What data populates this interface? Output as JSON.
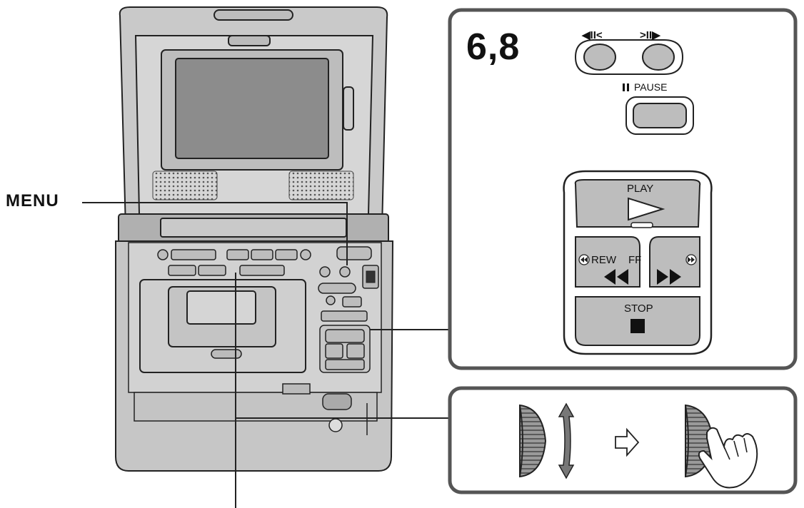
{
  "callouts": {
    "menu": "MENU",
    "step_numbers": "6,8"
  },
  "controls": {
    "frame_back_symbol": "◀II<",
    "frame_forward_symbol": ">II▶",
    "pause_label": "PAUSE",
    "play_label": "PLAY",
    "rew_label": "REW",
    "ff_label": "FF",
    "stop_label": "STOP"
  },
  "colors": {
    "line": "#222222",
    "device_fill": "#c8c8c8",
    "device_dark": "#8a8a8a",
    "panel_border": "#555555",
    "button_fill": "#bdbdbd"
  }
}
